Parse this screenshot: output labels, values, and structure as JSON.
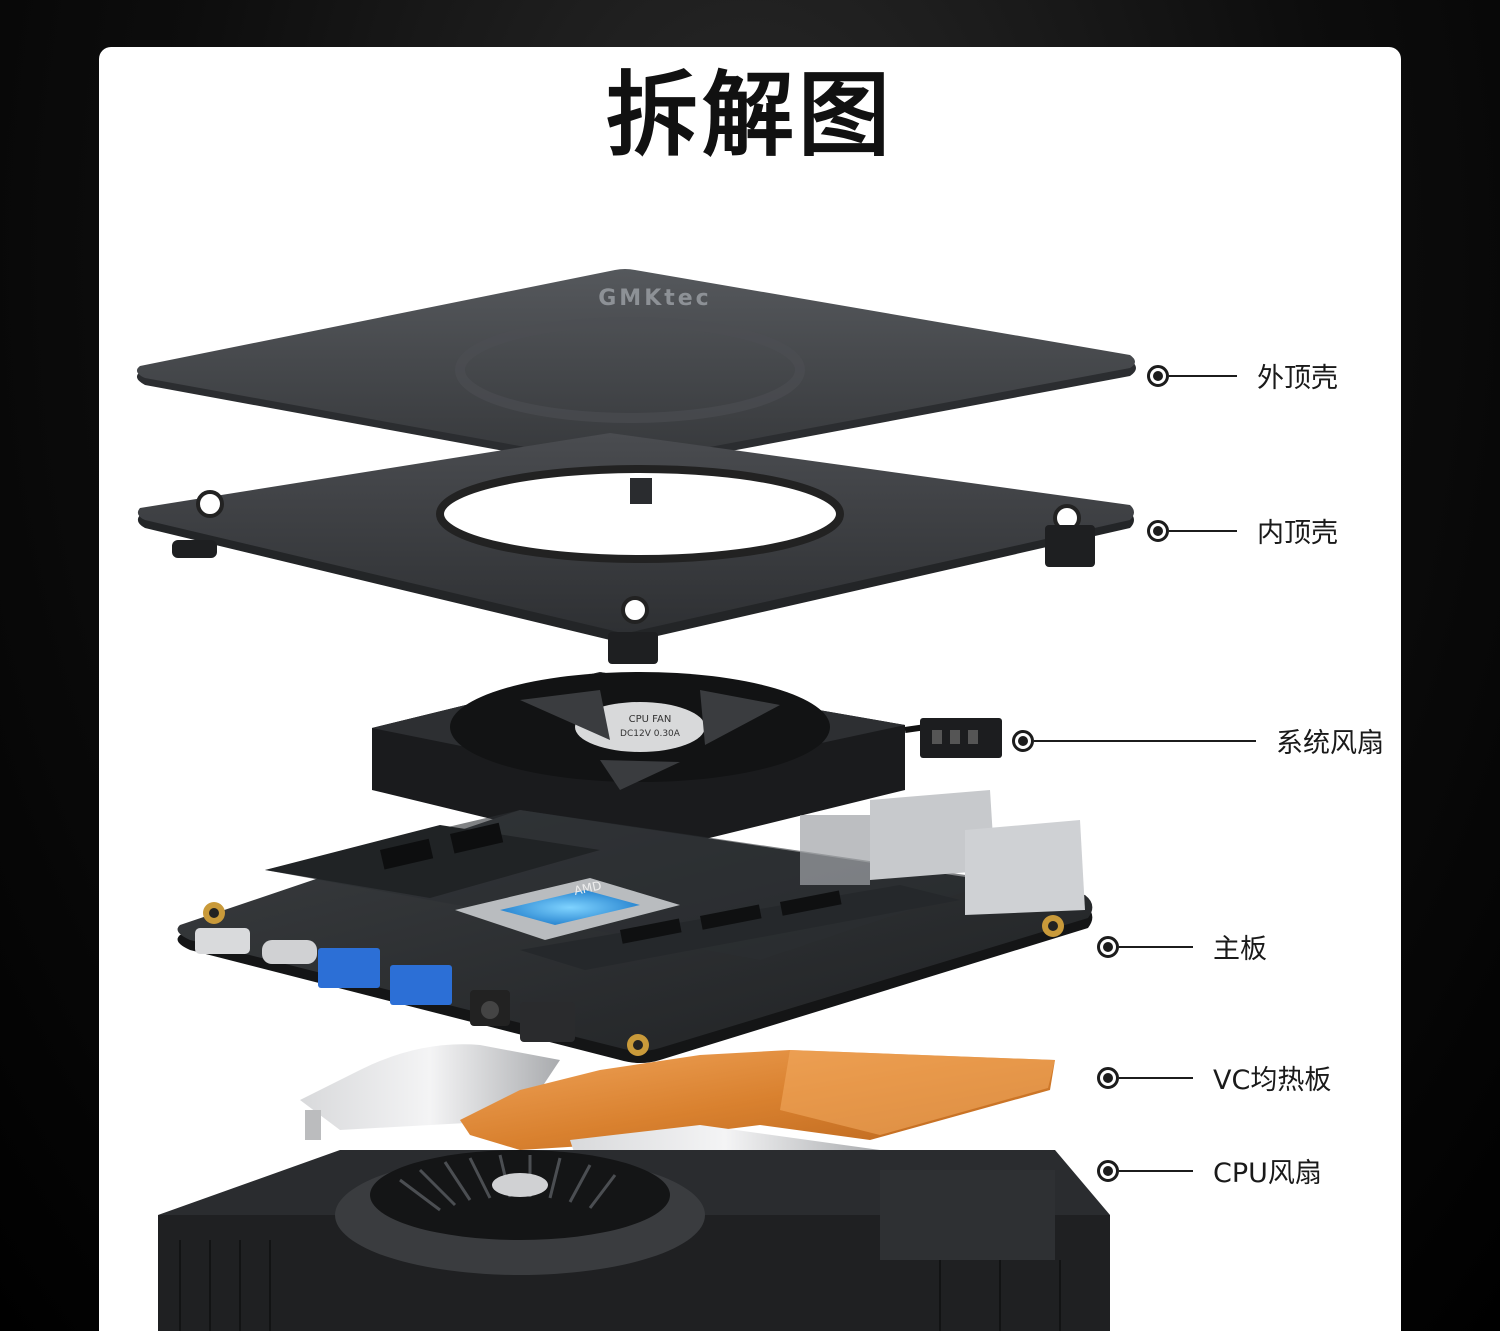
{
  "title": "拆解图",
  "brand_logo_text": "GMKtec",
  "fan_label_lines": [
    "CPU FAN",
    "DC12V 0.30A"
  ],
  "chip_text": "AMD",
  "callouts": [
    {
      "label": "外顶壳"
    },
    {
      "label": "内顶壳"
    },
    {
      "label": "系统风扇"
    },
    {
      "label": "主板"
    },
    {
      "label": "VC均热板"
    },
    {
      "label": "CPU风扇"
    }
  ]
}
